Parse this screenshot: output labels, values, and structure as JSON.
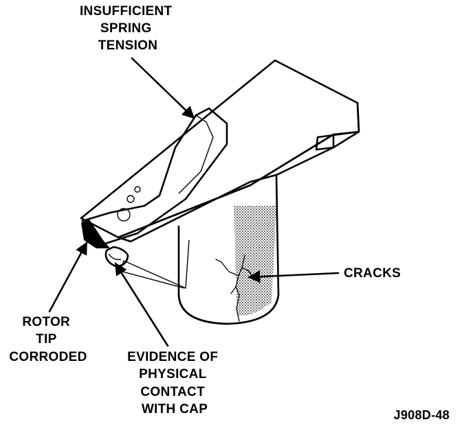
{
  "labels": {
    "spring": [
      "INSUFFICIENT",
      "SPRING",
      "TENSION"
    ],
    "cracks": "CRACKS",
    "rotor_tip": [
      "ROTOR",
      "TIP",
      "CORRODED"
    ],
    "contact": [
      "EVIDENCE OF",
      "PHYSICAL",
      "CONTACT",
      "WITH CAP"
    ],
    "figure_id": "J908D-48"
  },
  "colors": {
    "ink": "#000000",
    "paper": "#ffffff",
    "stipple": "#000000"
  }
}
